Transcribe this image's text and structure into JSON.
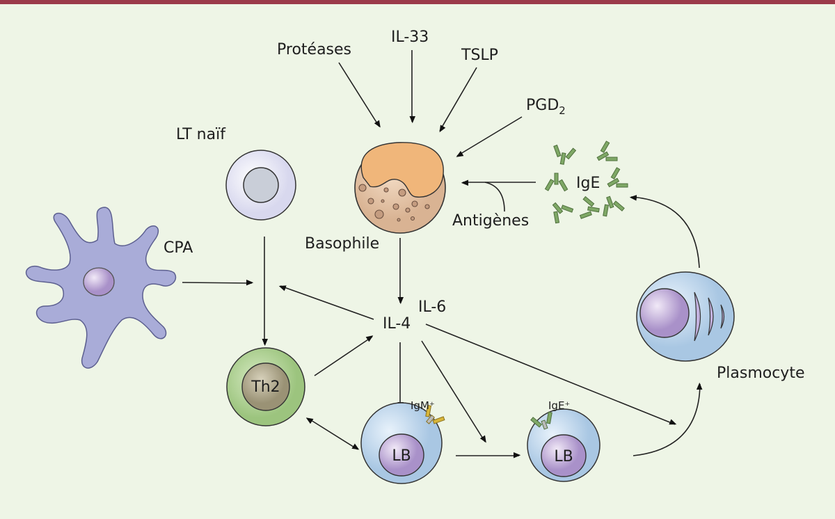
{
  "colors": {
    "topbar": "#9b3a4a",
    "background": "#eef5e6",
    "basophil_nucleus": "#f0b67a",
    "b_cell": "#c5dcef",
    "th2": "#b9d79f",
    "ige": "#7fa866",
    "igm": "#d8b63a"
  },
  "labels": {
    "proteases": "Protéases",
    "il33": "IL-33",
    "tslp": "TSLP",
    "pgd": "PGD",
    "pgd_sub": "2",
    "lt_naif": "LT naïf",
    "cpa": "CPA",
    "basophile": "Basophile",
    "antigenes": "Antigènes",
    "ige": "IgE",
    "il4": "IL-4",
    "il6": "IL-6",
    "igm_plus": "IgM⁺",
    "ige_plus": "IgE⁺",
    "th2": "Th2",
    "lb1": "LB",
    "lb2": "LB",
    "plasmocyte": "Plasmocyte"
  }
}
